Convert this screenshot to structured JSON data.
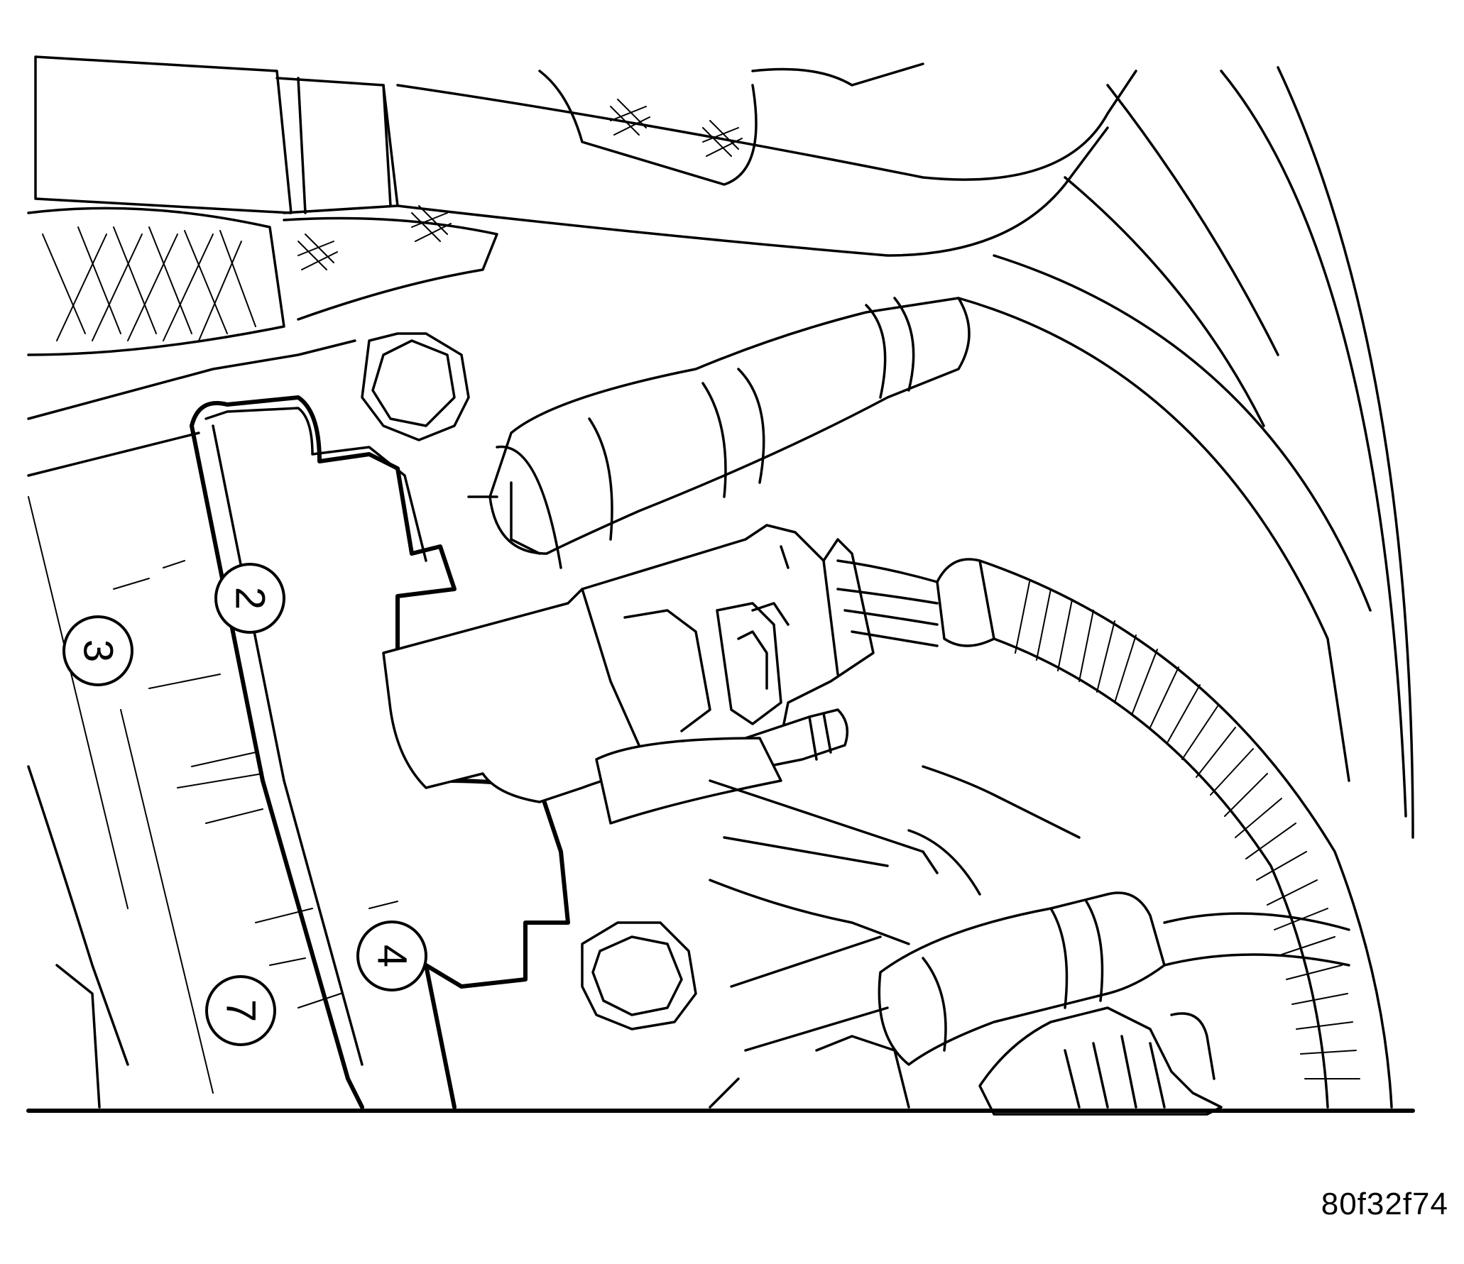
{
  "figure": {
    "callouts": [
      {
        "id": "callout-2",
        "label": "2"
      },
      {
        "id": "callout-3",
        "label": "3"
      },
      {
        "id": "callout-4",
        "label": "4"
      },
      {
        "id": "callout-7",
        "label": "7"
      }
    ],
    "figure_id": "80f32f74"
  }
}
